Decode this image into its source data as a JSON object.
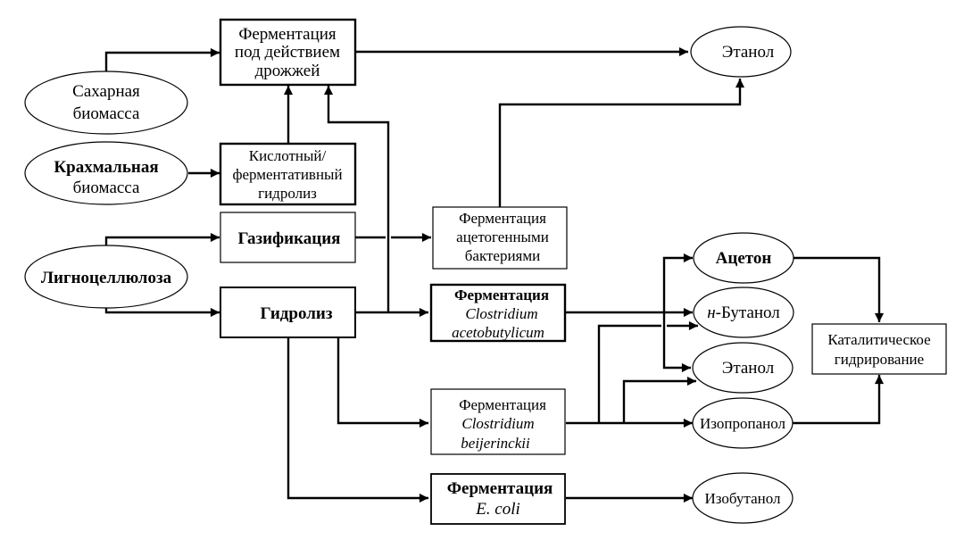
{
  "diagram": {
    "type": "flowchart",
    "language": "ru",
    "sources": {
      "sugar": [
        "Сахарная",
        "биомасса"
      ],
      "starch": [
        "Крахмальная",
        "биомасса"
      ],
      "ligno": [
        "Лигноцеллюлоза"
      ]
    },
    "processes": {
      "yeast": [
        "Ферментация",
        "под действием",
        "дрожжей"
      ],
      "acid_hydrolysis": [
        "Кислотный/",
        "ферментативный",
        "гидролиз"
      ],
      "gasification": [
        "Газификация"
      ],
      "hydrolysis": [
        "Гидролиз"
      ],
      "acetogenic": [
        "Ферментация",
        "ацетогенными",
        "бактериями"
      ],
      "c_aceto": [
        "Ферментация",
        "Clostridium",
        "acetobutylicum"
      ],
      "c_beij": [
        "Ферментация",
        "Clostridium",
        "beijerinckii"
      ],
      "ecoli": [
        "Ферментация",
        "E. coli"
      ],
      "catalytic": [
        "Каталитическое",
        "гидрирование"
      ]
    },
    "products": {
      "ethanol_top": "Этанол",
      "acetone": "Ацетон",
      "butanol_prefix": "н",
      "butanol": "-Бутанол",
      "ethanol_mid": "Этанол",
      "isopropanol": "Изопропанол",
      "isobutanol": "Изобутанол"
    },
    "edges": [
      [
        "Сахарная биомасса",
        "Ферментация под действием дрожжей"
      ],
      [
        "Крахмальная биомасса",
        "Кислотный/ферментативный гидролиз"
      ],
      [
        "Кислотный/ферментативный гидролиз",
        "Ферментация под действием дрожжей"
      ],
      [
        "Гидролиз",
        "Ферментация под действием дрожжей"
      ],
      [
        "Ферментация под действием дрожжей",
        "Этанол"
      ],
      [
        "Лигноцеллюлоза",
        "Газификация"
      ],
      [
        "Лигноцеллюлоза",
        "Гидролиз"
      ],
      [
        "Газификация",
        "Ферментация ацетогенными бактериями"
      ],
      [
        "Ферментация ацетогенными бактериями",
        "Этанол"
      ],
      [
        "Гидролиз",
        "Ферментация Clostridium acetobutylicum"
      ],
      [
        "Гидролиз",
        "Ферментация Clostridium beijerinckii"
      ],
      [
        "Гидролиз",
        "Ферментация E. coli"
      ],
      [
        "Ферментация Clostridium acetobutylicum",
        "Ацетон"
      ],
      [
        "Ферментация Clostridium acetobutylicum",
        "н-Бутанол"
      ],
      [
        "Ферментация Clostridium acetobutylicum",
        "Этанол"
      ],
      [
        "Ферментация Clostridium beijerinckii",
        "н-Бутанол"
      ],
      [
        "Ферментация Clostridium beijerinckii",
        "Этанол"
      ],
      [
        "Ферментация Clostridium beijerinckii",
        "Изопропанол"
      ],
      [
        "Ферментация E. coli",
        "Изобутанол"
      ],
      [
        "Ацетон",
        "Каталитическое гидрирование"
      ],
      [
        "Изопропанол",
        "Каталитическое гидрирование"
      ]
    ]
  }
}
